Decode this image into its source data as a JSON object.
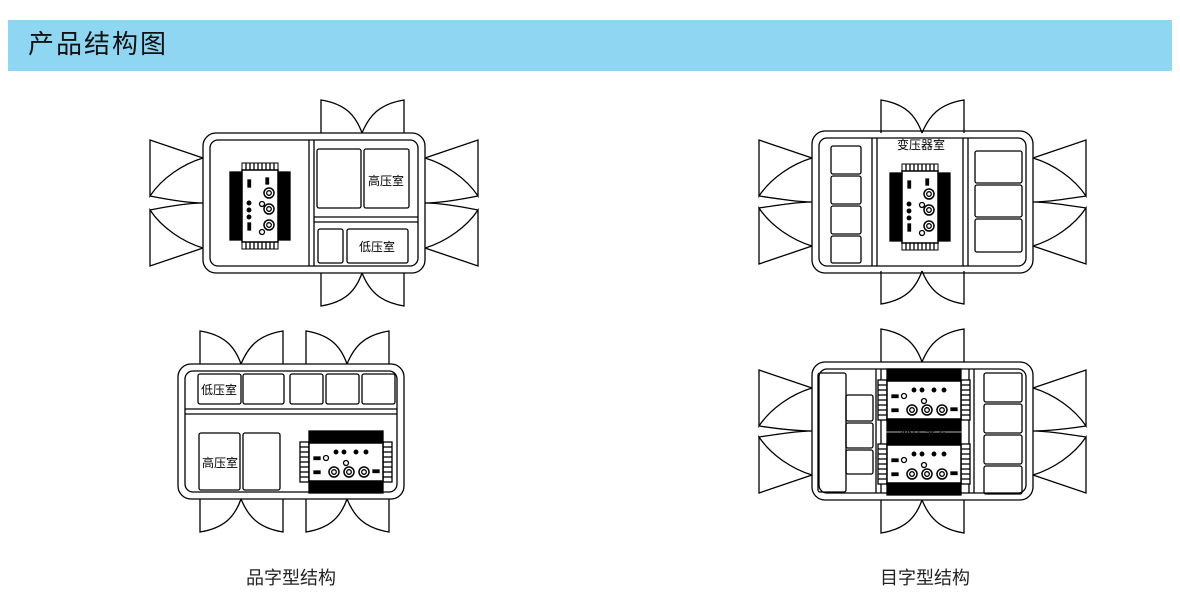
{
  "header": {
    "title": "产品结构图"
  },
  "labels": {
    "high_voltage": "高压室",
    "low_voltage": "低压室",
    "transformer": "变压器室"
  },
  "captions": {
    "left": "品字型结构",
    "right": "目字型结构"
  }
}
